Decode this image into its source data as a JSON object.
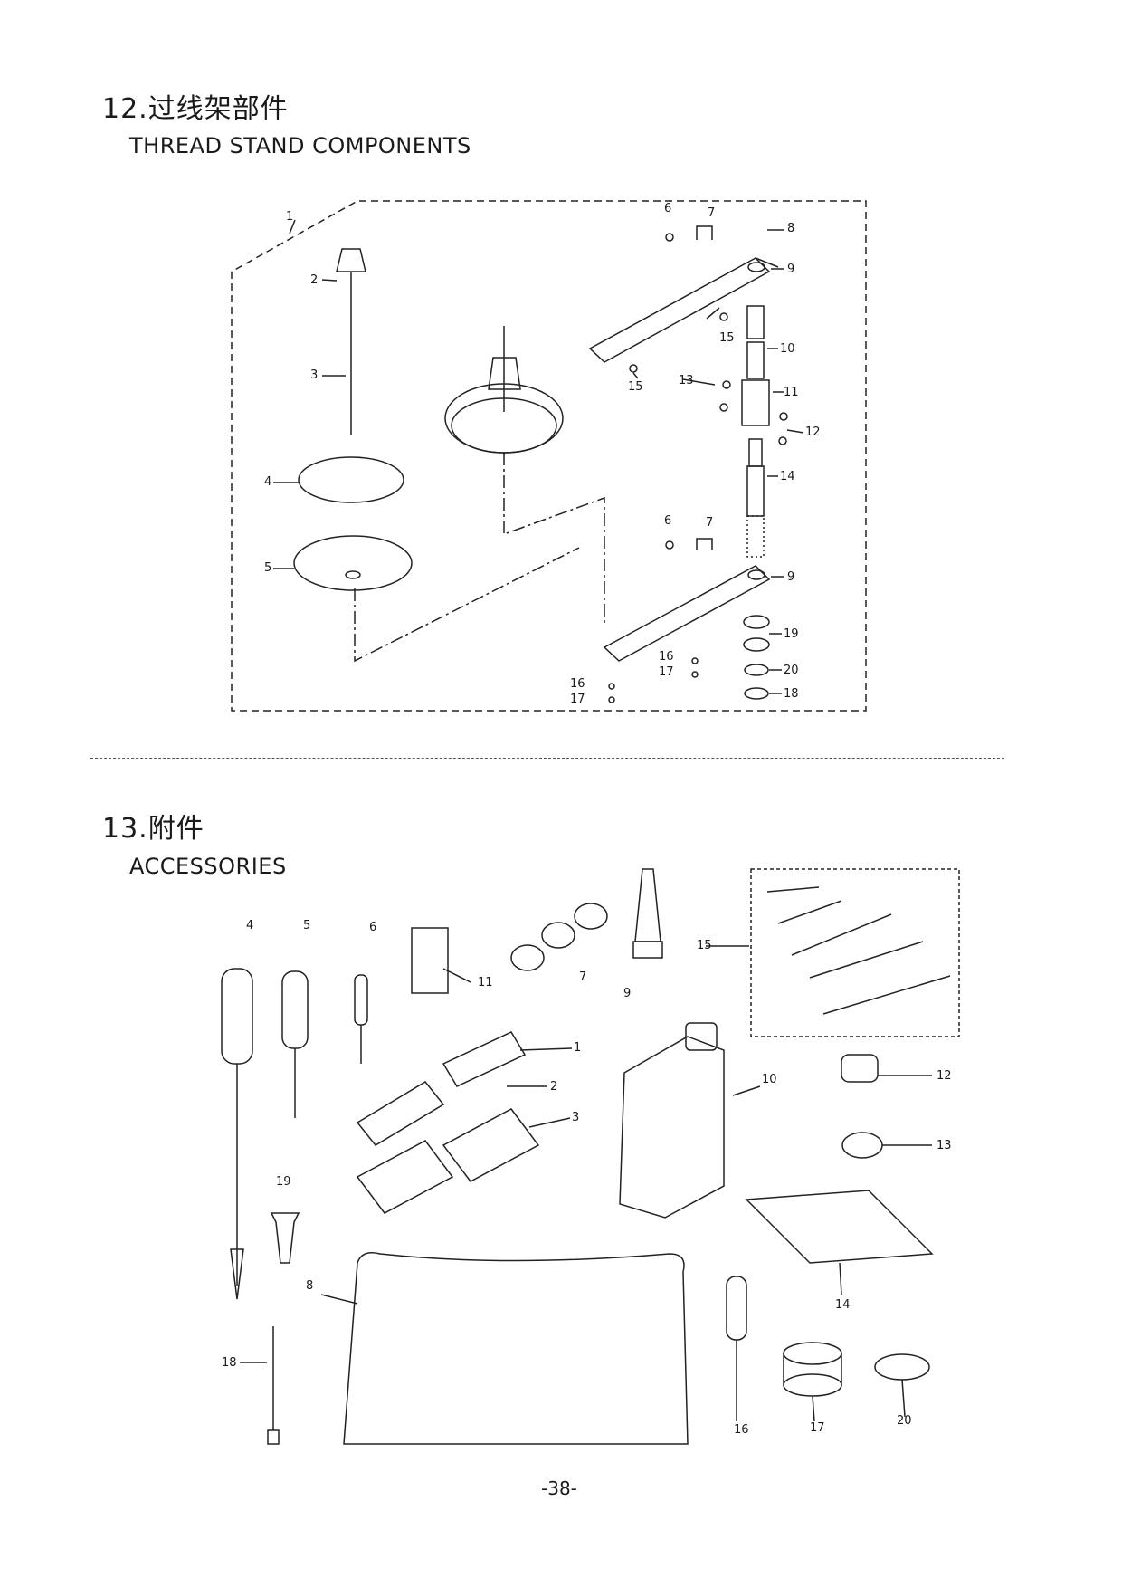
{
  "section12": {
    "title_cn": "12.过线架部件",
    "title_en": "THREAD STAND COMPONENTS",
    "callouts": [
      "1",
      "2",
      "3",
      "4",
      "5",
      "6",
      "7",
      "8",
      "9",
      "10",
      "11",
      "12",
      "13",
      "14",
      "15",
      "15",
      "6",
      "7",
      "9",
      "19",
      "20",
      "18",
      "16",
      "17",
      "16",
      "17"
    ]
  },
  "section13": {
    "title_cn": "13.附件",
    "title_en": "ACCESSORIES",
    "callouts": [
      "4",
      "5",
      "6",
      "11",
      "7",
      "9",
      "15",
      "1",
      "2",
      "3",
      "10",
      "12",
      "13",
      "19",
      "8",
      "14",
      "18",
      "16",
      "17",
      "20"
    ]
  },
  "page_number": "-38-"
}
